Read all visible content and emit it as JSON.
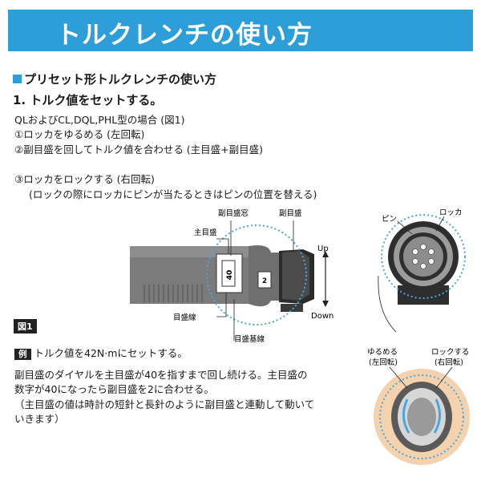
{
  "banner": {
    "title": "トルクレンチの使い方"
  },
  "section": {
    "heading": "プリセット形トルクレンチの使い方",
    "step": "1. トルク値をセットする。",
    "lines": [
      "QLおよびCL,DQL,PHL型の場合 (図1)",
      "①ロッカをゆるめる (左回転)",
      "②副目盛を回してトルク値を合わせる (主目盛+副目盛)",
      "③ロッカをロックする (右回転)",
      "(ロックの際にロッカにピンが当たるときはピンの位置を替える)"
    ]
  },
  "figure": {
    "caption": "図1",
    "labels": {
      "sub_scale_window": "副目盛窓",
      "sub_scale": "副目盛",
      "main_scale": "主目盛",
      "main_line": "目盛線",
      "base_line": "目盛基線",
      "up": "Up",
      "down": "Down",
      "pin": "ピン",
      "locker": "ロッカ",
      "loosen": "ゆるめる",
      "loosen_dir": "(左回転)",
      "lock": "ロックする",
      "lock_dir": "(右回転)",
      "main_value": "40",
      "sub_value": "2"
    }
  },
  "example": {
    "tag": "例",
    "text": "トルク値を42N·mにセットする。",
    "para1": [
      "副目盛のダイヤルを主目盛が40を指すまで回し続ける。主目盛の",
      "数字が40になったら副目盛を2に合わせる。"
    ],
    "para2": [
      "（主目盛の値は時計の短針と長針のように副目盛と連動して動いて",
      "いきます）"
    ]
  },
  "colors": {
    "accent": "#2e9ed9",
    "dotted": "#4aa6dd",
    "orange_glow": "#f2c79a"
  }
}
